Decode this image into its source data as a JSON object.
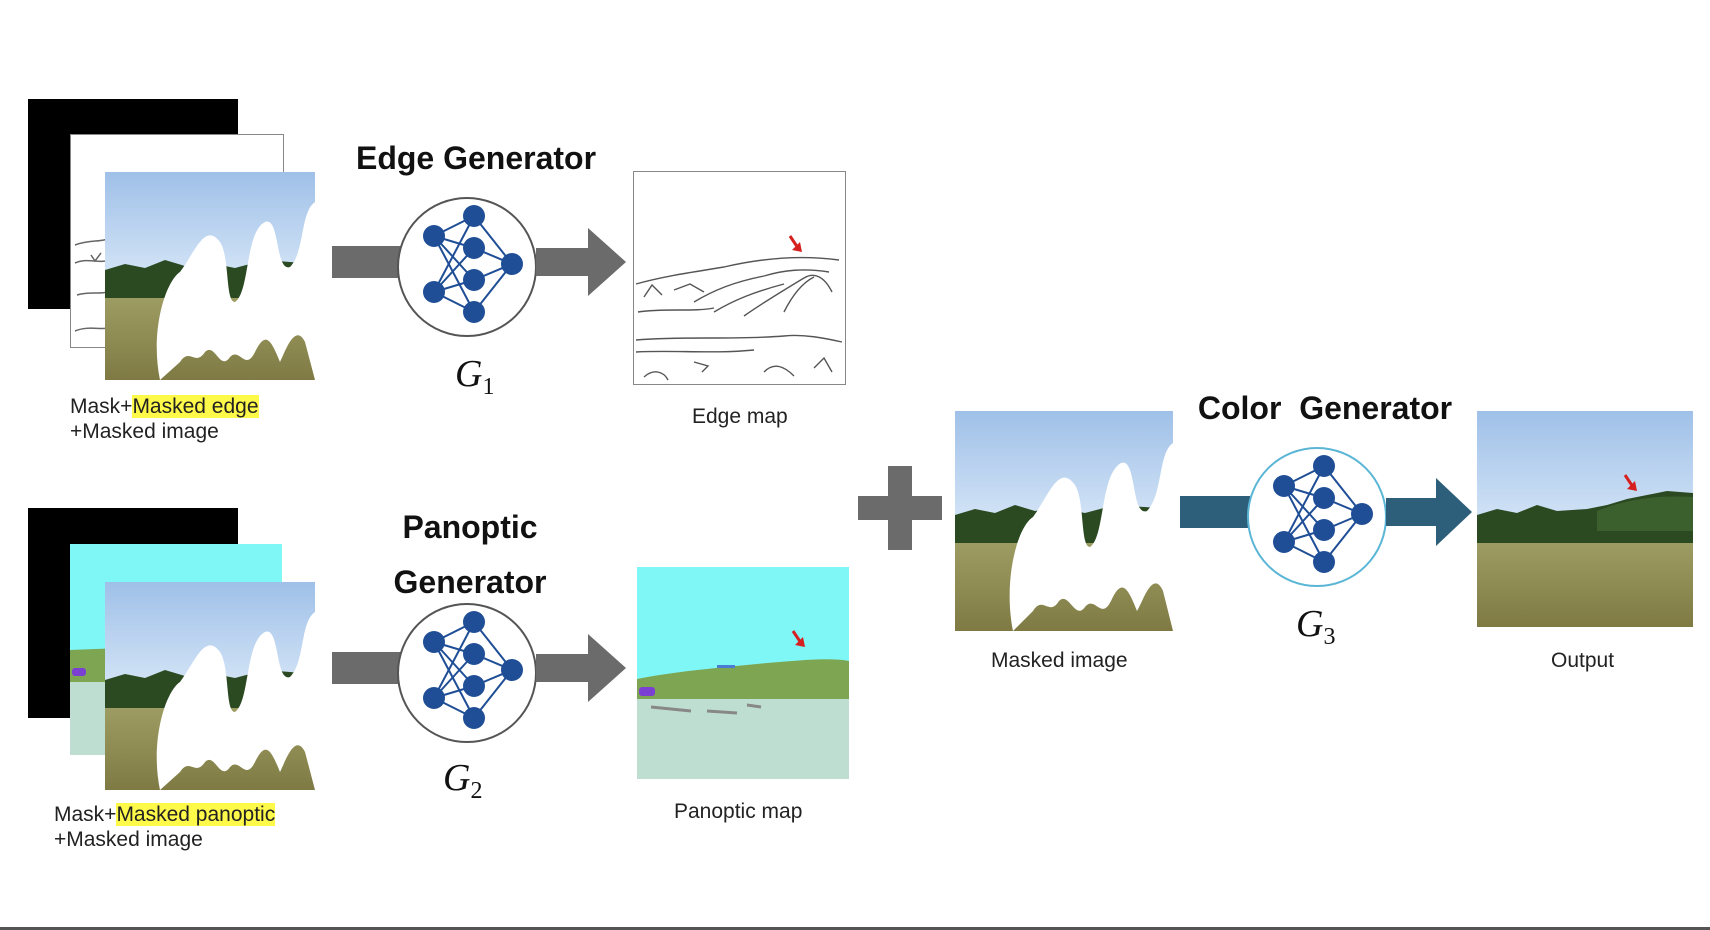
{
  "edge_generator": {
    "title": "Edge Generator",
    "symbol": "G",
    "subscript": "1",
    "input_caption": {
      "prefix": "Mask+",
      "highlight": "Masked edge",
      "line2": "+Masked image"
    },
    "output_caption": "Edge map"
  },
  "panoptic_generator": {
    "title_line1": "Panoptic",
    "title_line2": "Generator",
    "symbol": "G",
    "subscript": "2",
    "input_caption": {
      "prefix": "Mask+",
      "highlight": "Masked panoptic",
      "line2": "+Masked image"
    },
    "output_caption": "Panoptic map"
  },
  "color_generator": {
    "title": "Color  Generator",
    "symbol": "G",
    "subscript": "3",
    "input_caption": "Masked image",
    "output_caption": "Output"
  },
  "colors": {
    "arrow_gray": "#6b6b6b",
    "arrow_teal": "#2e5f7a",
    "node_blue": "#1f4e96",
    "highlight": "#fff94a",
    "panoptic_sky": "#80f7f7",
    "panoptic_trees": "#7da552",
    "panoptic_ground": "#bfded2"
  }
}
